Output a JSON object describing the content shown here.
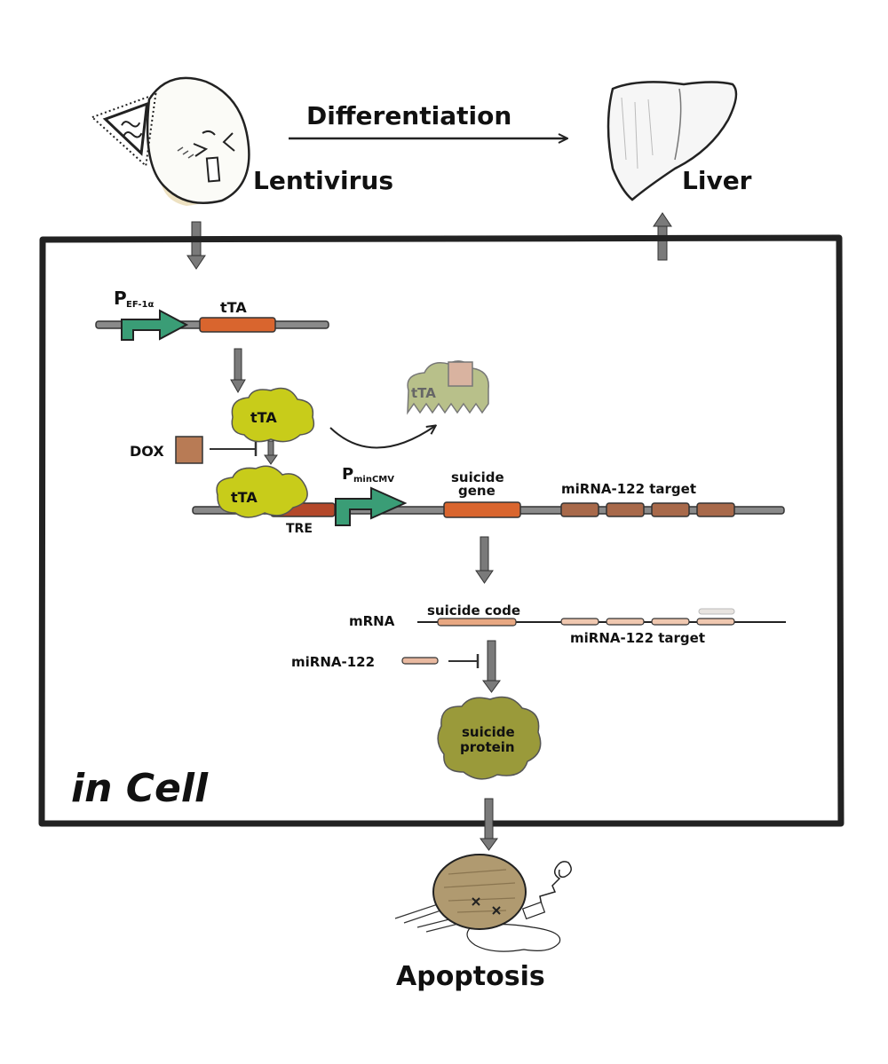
{
  "labels": {
    "differentiation": "Differentiation",
    "lentivirus": "Lentivirus",
    "liver": "Liver",
    "promoter_ef1a_main": "P",
    "promoter_ef1a_sub": "EF-1α",
    "tta_gene": "tTA",
    "tta_protein": "tTA",
    "tta_bound_dox": "tTA",
    "dox": "DOX",
    "tta_on_tre": "tTA",
    "tre": "TRE",
    "promoter_mincmv_main": "P",
    "promoter_mincmv_sub": "minCMV",
    "suicide_gene_line1": "suicide",
    "suicide_gene_line2": "gene",
    "mirna_target_dna": "miRNA-122 target",
    "mrna": "mRNA",
    "suicide_code": "suicide code",
    "mirna_target_mrna": "miRNA-122 target",
    "mirna122": "miRNA-122",
    "suicide_protein_line1": "suicide",
    "suicide_protein_line2": "protein",
    "in_cell": "in Cell",
    "apoptosis": "Apoptosis"
  },
  "colors": {
    "promoter_green": "#3a9d76",
    "gene_orange": "#d9652e",
    "target_brown": "#a8694a",
    "dox_brown": "#b87b55",
    "tta_yellow": "#c8cc1a",
    "tta_faded": "#b8c08a",
    "protein_olive": "#9a9a3a",
    "mrna_peach": "#e8a882",
    "mirna_peach": "#e9b9a0",
    "dna_gray": "#8a8a8a",
    "arrow_gray": "#7a7a7a",
    "frame": "#222222"
  }
}
